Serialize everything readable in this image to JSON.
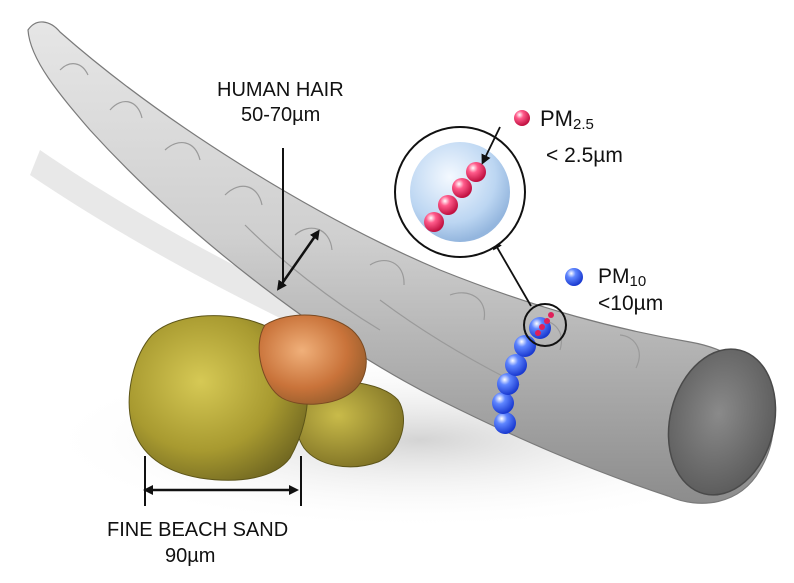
{
  "human_hair": {
    "name": "HUMAN HAIR",
    "size": "50-70µm"
  },
  "pm25": {
    "name": "PM",
    "subscript": "2.5",
    "size": "< 2.5µm"
  },
  "pm10": {
    "name": "PM",
    "subscript": "10",
    "size": "<10µm"
  },
  "sand": {
    "name": "FINE BEACH SAND",
    "size": "90µm"
  },
  "colors": {
    "hair": "#c9c9c9",
    "hair_shadow": "#8f8f8f",
    "pm10_particle": "#2f5be8",
    "pm25_particle": "#e0205a",
    "sand_yellow": "#b8a43a",
    "sand_orange": "#d98a4a"
  }
}
